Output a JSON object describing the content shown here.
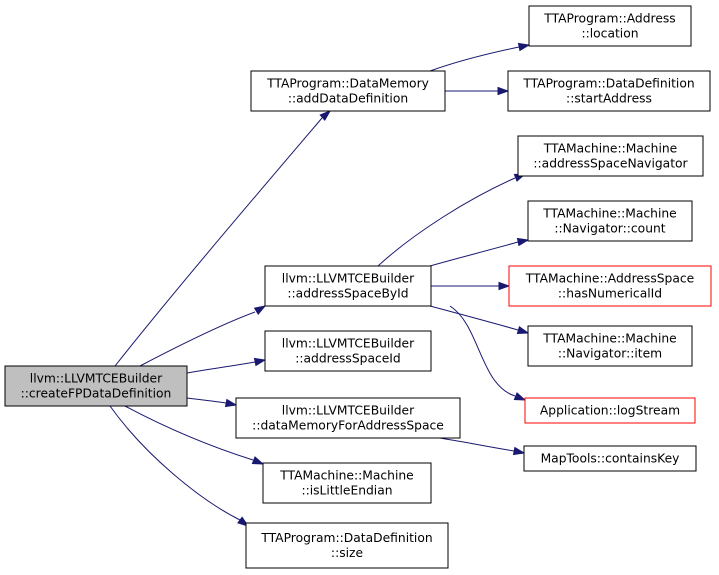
{
  "diagram": {
    "type": "call-graph",
    "edge_color": "#191970",
    "root_fill": "#bfbfbf",
    "warning_border": "#ff0000",
    "nodes": [
      {
        "id": "root",
        "lines": [
          "llvm::LLVMTCEBuilder",
          "::createFPDataDefinition"
        ],
        "style": "root"
      },
      {
        "id": "addDataDefinition",
        "lines": [
          "TTAProgram::DataMemory",
          "::addDataDefinition"
        ],
        "style": "normal"
      },
      {
        "id": "location",
        "lines": [
          "TTAProgram::Address",
          "::location"
        ],
        "style": "normal"
      },
      {
        "id": "startAddress",
        "lines": [
          "TTAProgram::DataDefinition",
          "::startAddress"
        ],
        "style": "normal"
      },
      {
        "id": "addressSpaceNavigator",
        "lines": [
          "TTAMachine::Machine",
          "::addressSpaceNavigator"
        ],
        "style": "normal"
      },
      {
        "id": "navCount",
        "lines": [
          "TTAMachine::Machine",
          "::Navigator::count"
        ],
        "style": "normal"
      },
      {
        "id": "addressSpaceById",
        "lines": [
          "llvm::LLVMTCEBuilder",
          "::addressSpaceById"
        ],
        "style": "normal"
      },
      {
        "id": "hasNumericalId",
        "lines": [
          "TTAMachine::AddressSpace",
          "::hasNumericalId"
        ],
        "style": "red"
      },
      {
        "id": "navItem",
        "lines": [
          "TTAMachine::Machine",
          "::Navigator::item"
        ],
        "style": "normal"
      },
      {
        "id": "addressSpaceId",
        "lines": [
          "llvm::LLVMTCEBuilder",
          "::addressSpaceId"
        ],
        "style": "normal"
      },
      {
        "id": "logStream",
        "lines": [
          "Application::logStream"
        ],
        "style": "red"
      },
      {
        "id": "dataMemoryForAddressSpace",
        "lines": [
          "llvm::LLVMTCEBuilder",
          "::dataMemoryForAddressSpace"
        ],
        "style": "normal"
      },
      {
        "id": "containsKey",
        "lines": [
          "MapTools::containsKey"
        ],
        "style": "normal"
      },
      {
        "id": "isLittleEndian",
        "lines": [
          "TTAMachine::Machine",
          "::isLittleEndian"
        ],
        "style": "normal"
      },
      {
        "id": "ddSize",
        "lines": [
          "TTAProgram::DataDefinition",
          "::size"
        ],
        "style": "normal"
      }
    ],
    "edges": [
      {
        "from": "root",
        "to": "addDataDefinition"
      },
      {
        "from": "root",
        "to": "addressSpaceById"
      },
      {
        "from": "root",
        "to": "addressSpaceId"
      },
      {
        "from": "root",
        "to": "dataMemoryForAddressSpace"
      },
      {
        "from": "root",
        "to": "isLittleEndian"
      },
      {
        "from": "root",
        "to": "ddSize"
      },
      {
        "from": "addDataDefinition",
        "to": "location"
      },
      {
        "from": "addDataDefinition",
        "to": "startAddress"
      },
      {
        "from": "addressSpaceById",
        "to": "addressSpaceNavigator"
      },
      {
        "from": "addressSpaceById",
        "to": "navCount"
      },
      {
        "from": "addressSpaceById",
        "to": "hasNumericalId"
      },
      {
        "from": "addressSpaceById",
        "to": "navItem"
      },
      {
        "from": "addressSpaceById",
        "to": "logStream"
      },
      {
        "from": "dataMemoryForAddressSpace",
        "to": "containsKey"
      }
    ]
  }
}
